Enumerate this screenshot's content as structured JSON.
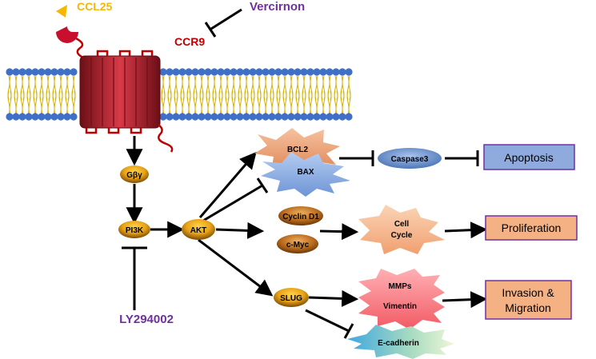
{
  "ligand": "CCL25",
  "receptor": "CCR9",
  "drug_top": "Vercirnon",
  "drug_bottom": "LY294002",
  "nodes": {
    "gby": "Gβγ",
    "pi3k": "PI3K",
    "akt": "AKT",
    "bcl2": "BCL2",
    "bax": "BAX",
    "caspase3": "Caspase3",
    "cyclin_d1": "Cyclin D1",
    "cmyc": "c-Myc",
    "cell_cycle_1": "Cell",
    "cell_cycle_2": "Cycle",
    "slug": "SLUG",
    "mmps": "MMPs",
    "vimentin": "Vimentin",
    "ecadherin": "E-cadherin"
  },
  "outcomes": {
    "apoptosis": "Apoptosis",
    "proliferation": "Proliferation",
    "invasion_1": "Invasion &",
    "invasion_2": "Migration"
  },
  "colors": {
    "ligand_label": "#f5b800",
    "receptor_label": "#c00000",
    "drug_label": "#7030a0",
    "apoptosis_box": "#8faadc",
    "outcome_box": "#f4b183",
    "outcome_border": "#7030a0"
  }
}
